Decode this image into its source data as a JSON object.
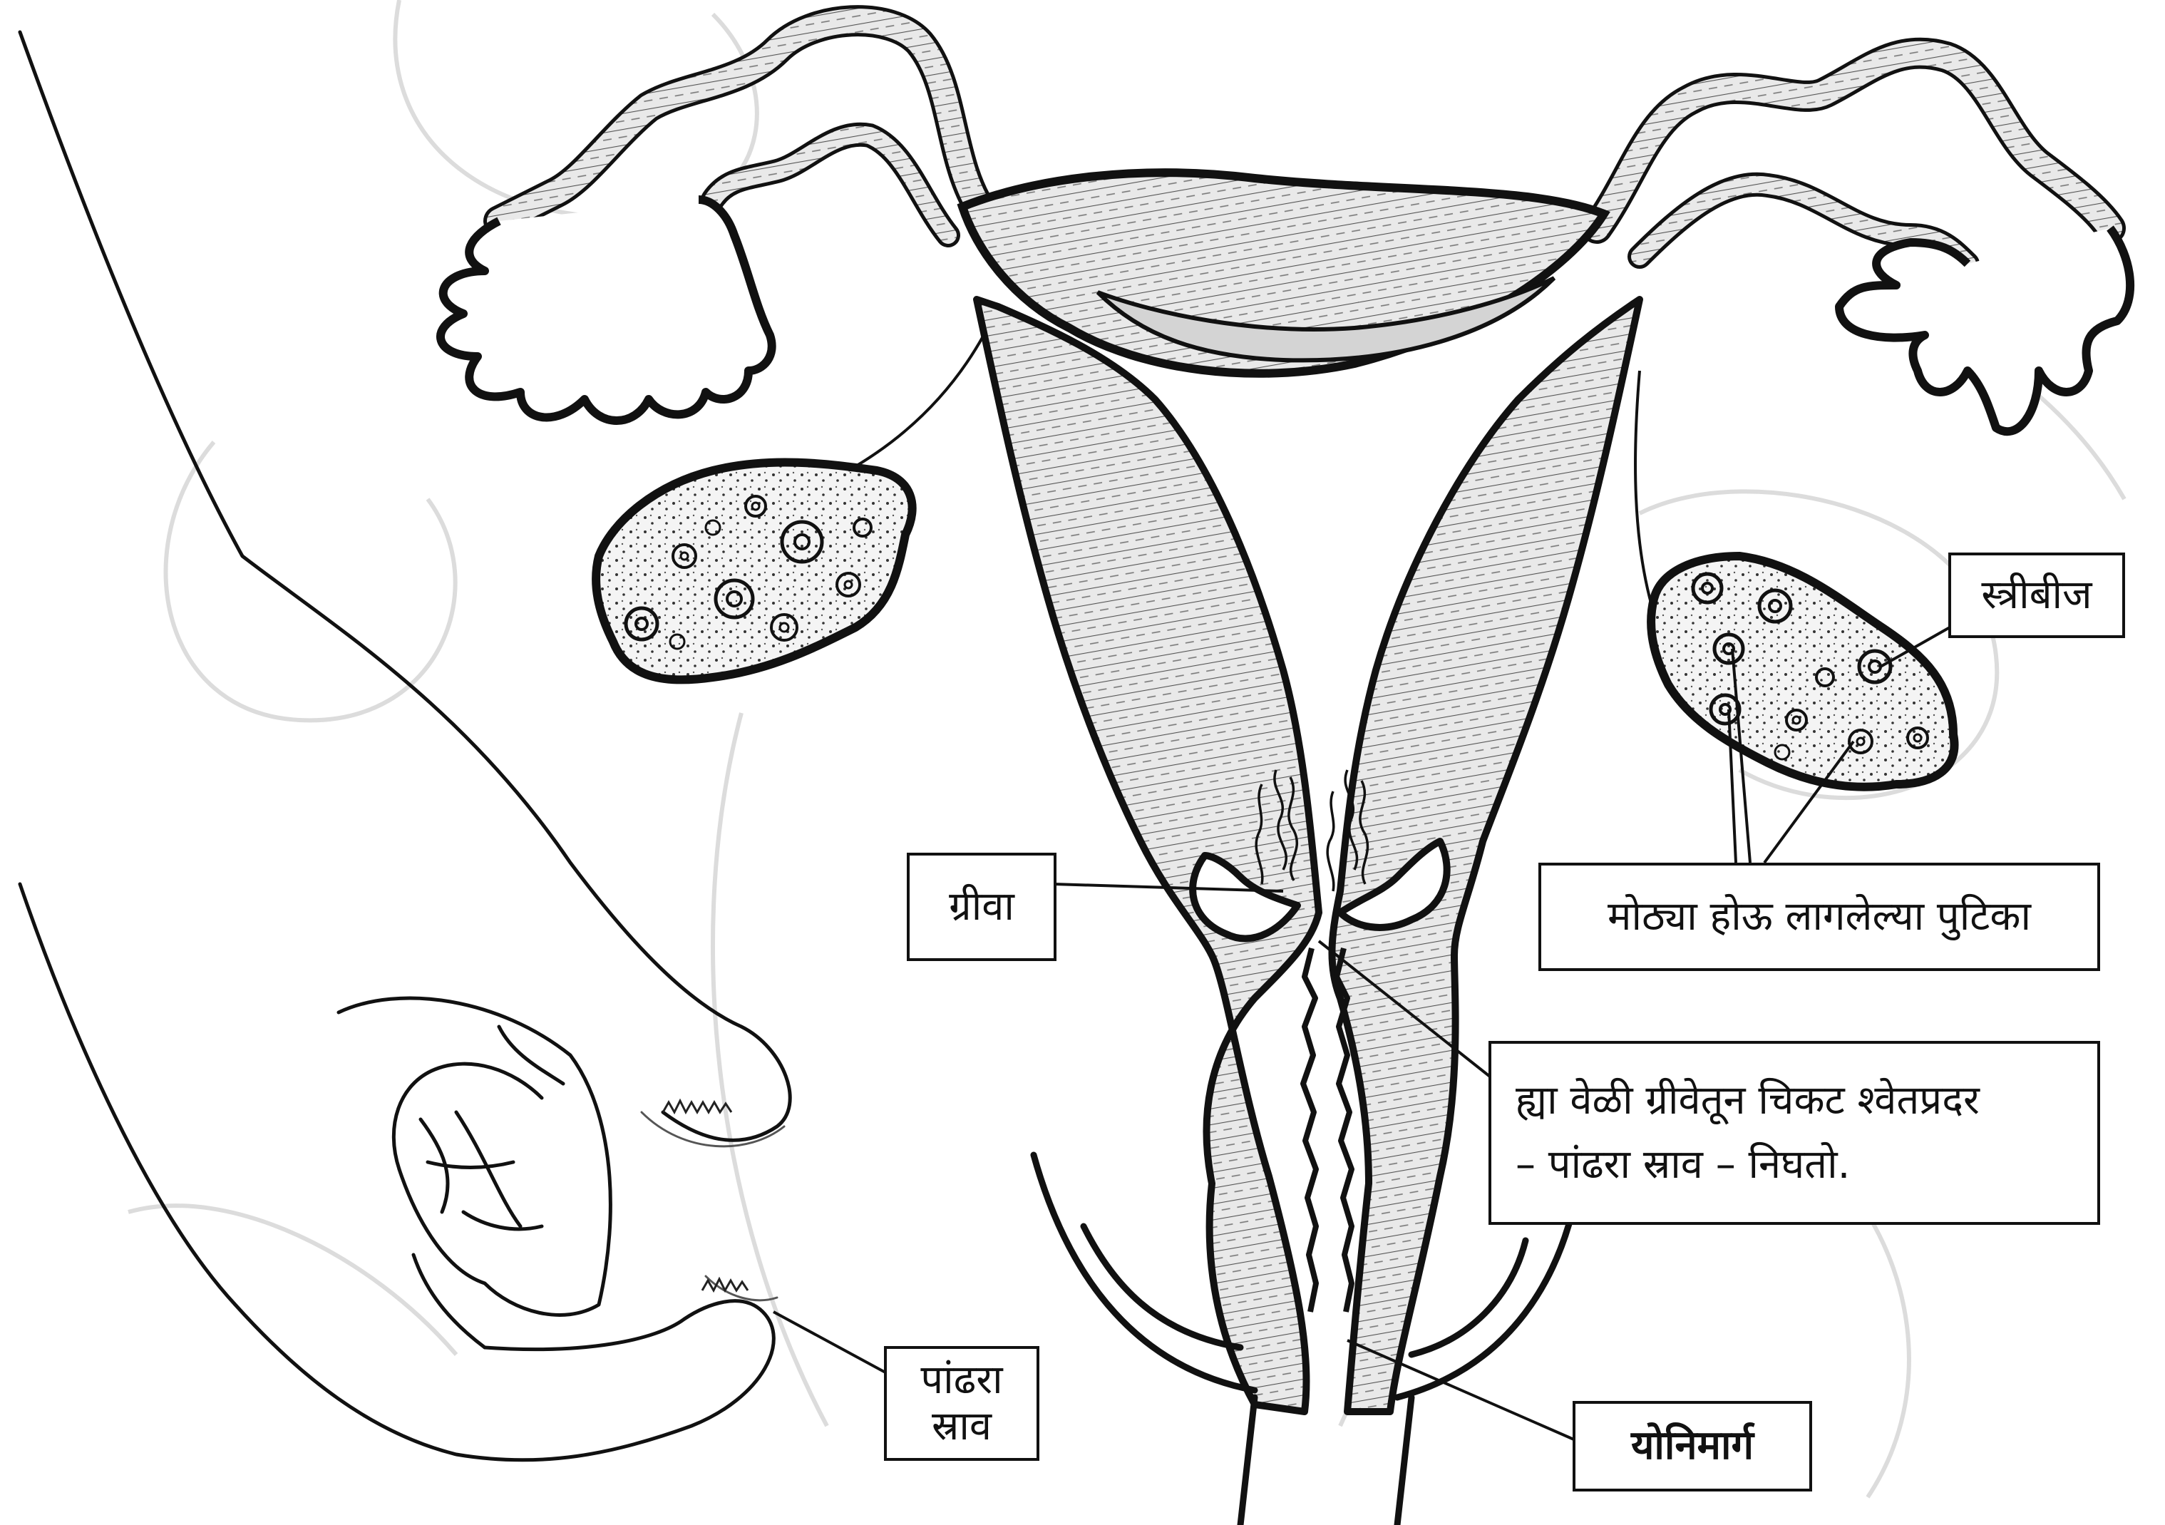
{
  "labels": {
    "ovum": "स्त्रीबीज",
    "follicles": "मोठ्या होऊ लागलेल्या पुटिका",
    "cervix": "ग्रीवा",
    "mucus_note_line1": "ह्या वेळी ग्रीवेतून चिकट श्वेतप्रदर",
    "mucus_note_line2": "– पांढरा स्राव – निघतो.",
    "white_discharge_line1": "पांढरा",
    "white_discharge_line2": "स्राव",
    "vagina": "योनिमार्ग"
  },
  "colors": {
    "ink": "#111111",
    "tissue": "#e9e9e9",
    "background": "#ffffff"
  }
}
